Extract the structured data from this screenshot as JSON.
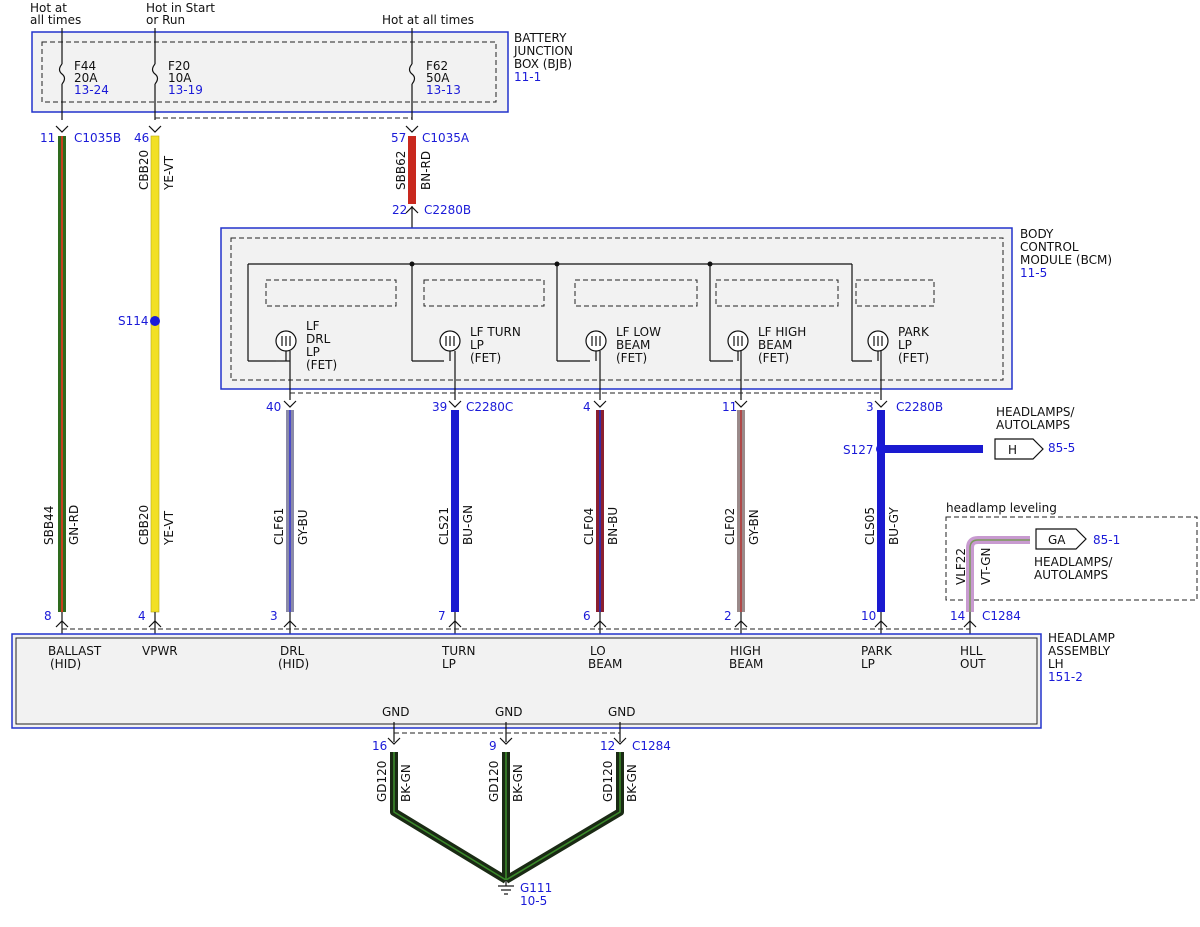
{
  "top_labels": {
    "hot_at_all_times_1": "Hot at all times",
    "hot_in_start": "Hot in Start or Run",
    "hot_at_all_times_2": "Hot at all times"
  },
  "bjb": {
    "title_lines": [
      "BATTERY",
      "JUNCTION",
      "BOX (BJB)"
    ],
    "ref": "11-1",
    "fuses": [
      {
        "name": "F44",
        "amps": "20A",
        "ref": "13-24"
      },
      {
        "name": "F20",
        "amps": "10A",
        "ref": "13-19"
      },
      {
        "name": "F62",
        "amps": "50A",
        "ref": "13-13"
      }
    ]
  },
  "bcm": {
    "title_lines": [
      "BODY",
      "CONTROL",
      "MODULE (BCM)"
    ],
    "ref": "11-5",
    "fets": [
      {
        "lines": [
          "LF",
          "DRL",
          "LP",
          "(FET)"
        ]
      },
      {
        "lines": [
          "LF TURN",
          "LP",
          "(FET)"
        ]
      },
      {
        "lines": [
          "LF LOW",
          "BEAM",
          "(FET)"
        ]
      },
      {
        "lines": [
          "LF HIGH",
          "BEAM",
          "(FET)"
        ]
      },
      {
        "lines": [
          "PARK",
          "LP",
          "(FET)"
        ]
      }
    ]
  },
  "headlamp": {
    "title_lines": [
      "HEADLAMP",
      "ASSEMBLY",
      "LH"
    ],
    "ref": "151-2",
    "pins": [
      {
        "lines": [
          "BALLAST",
          "(HID)"
        ]
      },
      {
        "lines": [
          "VPWR"
        ]
      },
      {
        "lines": [
          "DRL",
          "(HID)"
        ]
      },
      {
        "lines": [
          "TURN",
          "LP"
        ]
      },
      {
        "lines": [
          "LO",
          "BEAM"
        ]
      },
      {
        "lines": [
          "HIGH",
          "BEAM"
        ]
      },
      {
        "lines": [
          "PARK",
          "LP"
        ]
      },
      {
        "lines": [
          "HLL",
          "OUT"
        ]
      }
    ],
    "gnd": [
      "GND",
      "GND",
      "GND"
    ]
  },
  "connectors": {
    "c1035b": "C1035B",
    "c1035a": "C1035A",
    "c2280b_top": "C2280B",
    "c2280c": "C2280C",
    "c2280b_right": "C2280B",
    "c1284_top": "C1284",
    "c1284_bottom": "C1284"
  },
  "wires": [
    {
      "circuit": "SBB44",
      "color_code": "GN-RD",
      "pin_top": "11",
      "pin_bottom": "8",
      "colors": [
        "#2e6b1e",
        "#c8401e"
      ]
    },
    {
      "circuit": "CBB20",
      "color_code": "YE-VT",
      "pin_top": "46",
      "pin_bottom": "4",
      "colors": [
        "#f2e024",
        "#f2e024"
      ]
    },
    {
      "circuit": "CLF61",
      "color_code": "GY-BU",
      "pin_top": "40",
      "pin_bottom": "3",
      "colors": [
        "#8a8aa8",
        "#4a4ac8"
      ]
    },
    {
      "circuit": "CLS21",
      "color_code": "BU-GN",
      "pin_top": "39",
      "pin_bottom": "7",
      "colors": [
        "#1a1ad0",
        "#1a1ad0"
      ]
    },
    {
      "circuit": "CLF04",
      "color_code": "BN-BU",
      "pin_top": "4",
      "pin_bottom": "6",
      "colors": [
        "#8a2030",
        "#3a2aa0"
      ]
    },
    {
      "circuit": "CLF02",
      "color_code": "GY-BN",
      "pin_top": "11",
      "pin_bottom": "2",
      "colors": [
        "#9a8a8a",
        "#b04848"
      ]
    },
    {
      "circuit": "CLS05",
      "color_code": "BU-GY",
      "pin_top": "3",
      "pin_bottom": "10",
      "colors": [
        "#1a1ad0",
        "#1a1ad0"
      ]
    }
  ],
  "sbb62": {
    "circuit": "SBB62",
    "color_code": "BN-RD",
    "pin_top": "57",
    "pin_bottom": "22"
  },
  "vlf22": {
    "circuit": "VLF22",
    "color_code": "VT-GN",
    "pin": "14"
  },
  "splices": {
    "s114": "S114",
    "s127": "S127"
  },
  "autolamps_h": {
    "title_lines": [
      "HEADLAMPS/",
      "AUTOLAMPS"
    ],
    "tag": "H",
    "ref": "85-5"
  },
  "autolamps_ga": {
    "title_lines": [
      "HEADLAMPS/",
      "AUTOLAMPS"
    ],
    "tag": "GA",
    "ref": "85-1"
  },
  "leveling": {
    "label": "headlamp leveling"
  },
  "ground": {
    "pins": [
      "16",
      "9",
      "12"
    ],
    "circuit": "GD120",
    "color_code": "BK-GN",
    "name": "G111",
    "ref": "10-5"
  }
}
